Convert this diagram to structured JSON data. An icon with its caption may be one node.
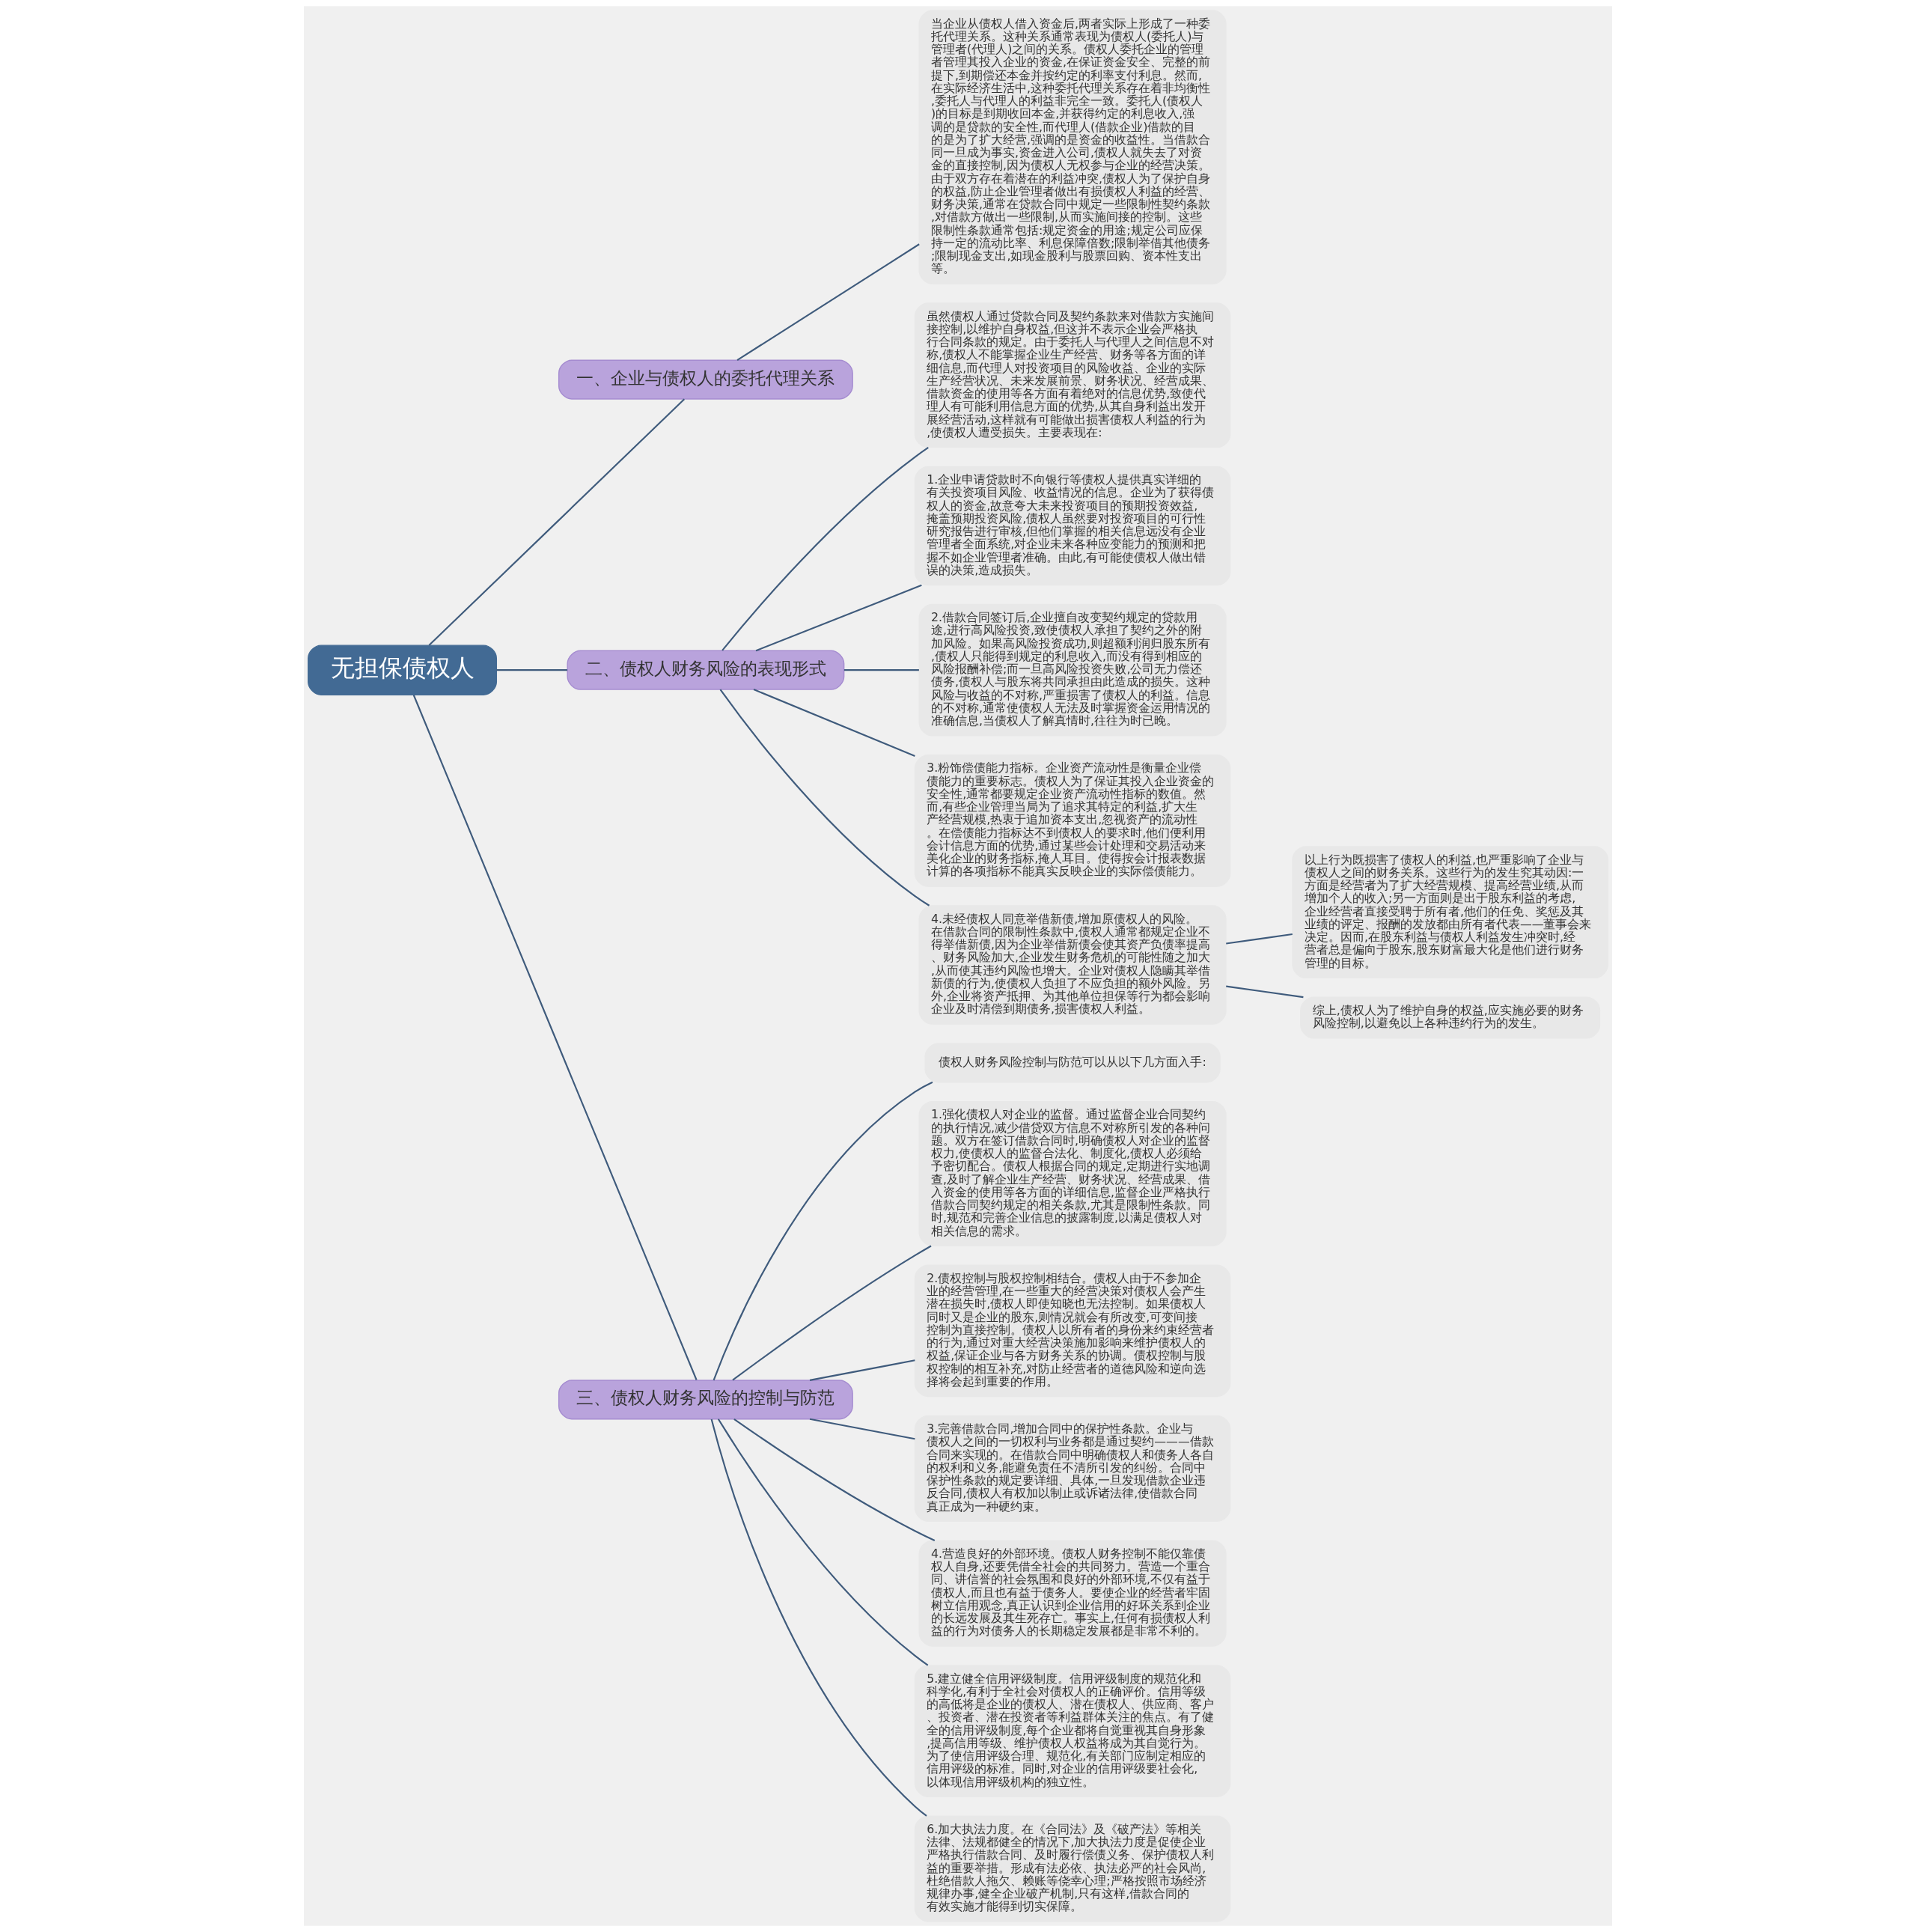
{
  "diagram": {
    "nodes": [
      {
        "text": [
          "无担保债权人"
        ]
      },
      {
        "text": [
          "一、企业与债权人的委托代理关系"
        ]
      },
      {
        "text": [
          "当企业从债权人借入资金后,两者实际上形成了一种委托代理关系。这种关系通常表现为债权人(委托人)与管理者(代理人)之间的关系。债权人委托企业的管理者管理其投入企业的资金,在保证资金安全、完整的前提下,到期偿还本金并按约定的利率支付利息。然而,在实际经济生活中,这种委托代理关系存在着非均衡性,委托人与代理人的利益非完全一致。委托人(债权人)的目标是到期收回本金,并获得约定的利息收入,强调的是贷款的安全性,而代理人(借款企业)借款的目的是为了扩大经营,强调的是资金的收益性。当借款合同一旦成为事实,资金进入公司,债权人就失去了对资金的直接控制,因为债权人无权参与企业的经营决策。由于双方存在着潜在的利益冲突,债权人为了保护自身的权益,防止企业管理者做出有损债权人利益的经营、财务决策,通常在贷款合同中规定一些限制性契约条款,对借款方做出一些限制,从而实施间接的控制。这些限制性条款通常包括:规定资金的用途;规定公司应保持一定的流动比率、利息保障倍数;限制举借其他债务;限制现金支出,如现金股利与股票回购、资本性支出等。"
        ]
      },
      {
        "text": [
          "二、债权人财务风险的表现形式"
        ]
      },
      {
        "text": [
          "虽然债权人通过贷款合同及契约条款来对借款方实施间接控制,以维护自身权益,但这并不表示企业会严格执行合同条款的规定。由于委托人与代理人之间信息不对称,债权人不能掌握企业生产经营、财务等各方面的详细信息,而代理人对投资项目的风险收益、企业的实际生产经营状况、未来发展前景、财务状况、经营成果、借款资金的使用等各方面有着绝对的信息优势,致使代理人有可能利用信息方面的优势,从其自身利益出发开展经营活动,这样就有可能做出损害债权人利益的行为,使债权人遭受损失。主要表现在:"
        ]
      },
      {
        "text": [
          "1.企业申请贷款时不向银行等债权人提供真实详细的有关投资项目风险、收益情况的信息。企业为了获得债权人的资金,故意夸大未来投资项目的预期投资效益,掩盖预期投资风险,债权人虽然要对投资项目的可行性研究报告进行审核,但他们掌握的相关信息远没有企业管理者全面系统,对企业未来各种应变能力的预测和把握不如企业管理者准确。由此,有可能使债权人做出错误的决策,造成损失。"
        ]
      },
      {
        "text": [
          "2.借款合同签订后,企业擅自改变契约规定的贷款用途,进行高风险投资,致使债权人承担了契约之外的附加风险。如果高风险投资成功,则超额利润归股东所有,债权人只能得到规定的利息收入,而没有得到相应的风险报酬补偿;而一旦高风险投资失败,公司无力偿还债务,债权人与股东将共同承担由此造成的损失。这种风险与收益的不对称,严重损害了债权人的利益。信息的不对称,通常使债权人无法及时掌握资金运用情况的准确信息,当债权人了解真情时,往往为时已晚。"
        ]
      },
      {
        "text": [
          "3.粉饰偿债能力指标。企业资产流动性是衡量企业偿债能力的重要标志。债权人为了保证其投入企业资金的安全性,通常都要规定企业资产流动性指标的数值。然而,有些企业管理当局为了追求其特定的利益,扩大生产经营规模,热衷于追加资本支出,忽视资产的流动性。在偿债能力指标达不到债权人的要求时,他们便利用会计信息方面的优势,通过某些会计处理和交易活动来美化企业的财务指标,掩人耳目。使得按会计报表数据计算的各项指标不能真实反映企业的实际偿债能力。"
        ]
      },
      {
        "text": [
          "4.未经债权人同意举借新债,增加原债权人的风险。在借款合同的限制性条款中,债权人通常都规定企业不得举借新债,因为企业举借新债会使其资产负债率提高、财务风险加大,企业发生财务危机的可能性随之加大,从而使其违约风险也增大。企业对债权人隐瞒其举借新债的行为,使债权人负担了不应负担的额外风险。另外,企业将资产抵押、为其他单位担保等行为都会影响企业及时清偿到期债务,损害债权人利益。"
        ]
      },
      {
        "text": [
          "以上行为既损害了债权人的利益,也严重影响了企业与债权人之间的财务关系。这些行为的发生究其动因:一方面是经营者为了扩大经营规模、提高经营业绩,从而增加个人的收入;另一方面则是出于股东利益的考虑,企业经营者直接受聘于所有者,他们的任免、奖惩及其业绩的评定、报酬的发放都由所有者代表——董事会来决定。因而,在股东利益与债权人利益发生冲突时,经营者总是偏向于股东,股东财富最大化是他们进行财务管理的目标。"
        ]
      },
      {
        "text": [
          "综上,债权人为了维护自身的权益,应实施必要的财务风险控制,以避免以上各种违约行为的发生。"
        ]
      },
      {
        "text": [
          "三、债权人财务风险的控制与防范"
        ]
      },
      {
        "text": [
          "债权人财务风险控制与防范可以从以下几方面入手:"
        ]
      },
      {
        "text": [
          "1.强化债权人对企业的监督。通过监督企业合同契约的执行情况,减少借贷双方信息不对称所引发的各种问题。双方在签订借款合同时,明确债权人对企业的监督权力,使债权人的监督合法化、制度化,债权人必须给予密切配合。债权人根据合同的规定,定期进行实地调查,及时了解企业生产经营、财务状况、经营成果、借入资金的使用等各方面的详细信息,监督企业严格执行借款合同契约规定的相关条款,尤其是限制性条款。同时,规范和完善企业信息的披露制度,以满足债权人对相关信息的需求。"
        ]
      },
      {
        "text": [
          "2.债权控制与股权控制相结合。债权人由于不参加企业的经营管理,在一些重大的经营决策对债权人会产生潜在损失时,债权人即使知晓也无法控制。如果债权人同时又是企业的股东,则情况就会有所改变,可变间接控制为直接控制。债权人以所有者的身份来约束经营者的行为,通过对重大经营决策施加影响来维护债权人的权益,保证企业与各方财务关系的协调。债权控制与股权控制的相互补充,对防止经营者的道德风险和逆向选择将会起到重要的作用。"
        ]
      },
      {
        "text": [
          "3.完善借款合同,增加合同中的保护性条款。企业与债权人之间的一切权利与业务都是通过契约———借款合同来实现的。在借款合同中明确债权人和债务人各自的权利和义务,能避免责任不清所引发的纠纷。合同中保护性条款的规定要详细、具体,一旦发现借款企业违反合同,债权人有权加以制止或诉诸法律,使借款合同真正成为一种硬约束。"
        ]
      },
      {
        "text": [
          "4.营造良好的外部环境。债权人财务控制不能仅靠债权人自身,还要凭借全社会的共同努力。营造一个重合同、讲信誉的社会氛围和良好的外部环境,不仅有益于债权人,而且也有益于债务人。要使企业的经营者牢固树立信用观念,真正认识到企业信用的好坏关系到企业的长远发展及其生死存亡。事实上,任何有损债权人利益的行为对债务人的长期稳定发展都是非常不利的。"
        ]
      },
      {
        "text": [
          "5.建立健全信用评级制度。信用评级制度的规范化和科学化,有利于全社会对债权人的正确评价。信用等级的高低将是企业的债权人、潜在债权人、供应商、客户、投资者、潜在投资者等利益群体关注的焦点。有了健全的信用评级制度,每个企业都将自觉重视其自身形象,提高信用等级、维护债权人权益将成为其自觉行为。为了使信用评级合理、规范化,有关部门应制定相应的信用评级的标准。同时,对企业的信用评级要社会化,以体现信用评级机构的独立性。"
        ]
      },
      {
        "text": [
          "6.加大执法力度。在《合同法》及《破产法》等相关法律、法规都健全的情况下,加大执法力度是促使企业严格执行借款合同、及时履行偿债义务、保护债权人利益的重要举措。形成有法必依、执法必严的社会风尚,杜绝借款人拖欠、赖账等侥幸心理;严格按照市场经济规律办事,健全企业破产机制,只有这样,借款合同的有效实施才能得到切实保障。"
        ]
      }
    ],
    "edges": [
      {
        "from": 0,
        "to": 1,
        "arrow": "none"
      },
      {
        "from": 1,
        "to": 2,
        "arrow": "none"
      },
      {
        "from": 0,
        "to": 3,
        "arrow": "none"
      },
      {
        "from": 3,
        "to": 4,
        "arrow": "none"
      },
      {
        "from": 3,
        "to": 5,
        "arrow": "none"
      },
      {
        "from": 3,
        "to": 6,
        "arrow": "none"
      },
      {
        "from": 3,
        "to": 7,
        "arrow": "none"
      },
      {
        "from": 3,
        "to": 8,
        "arrow": "none"
      },
      {
        "from": 8,
        "to": 9,
        "arrow": "none"
      },
      {
        "from": 8,
        "to": 10,
        "arrow": "none"
      },
      {
        "from": 0,
        "to": 11,
        "arrow": "none"
      },
      {
        "from": 11,
        "to": 12,
        "arrow": "none"
      },
      {
        "from": 11,
        "to": 13,
        "arrow": "none"
      },
      {
        "from": 11,
        "to": 14,
        "arrow": "none"
      },
      {
        "from": 11,
        "to": 15,
        "arrow": "none"
      },
      {
        "from": 11,
        "to": 16,
        "arrow": "none"
      },
      {
        "from": 11,
        "to": 17,
        "arrow": "none"
      },
      {
        "from": 11,
        "to": 18,
        "arrow": "none"
      }
    ]
  }
}
